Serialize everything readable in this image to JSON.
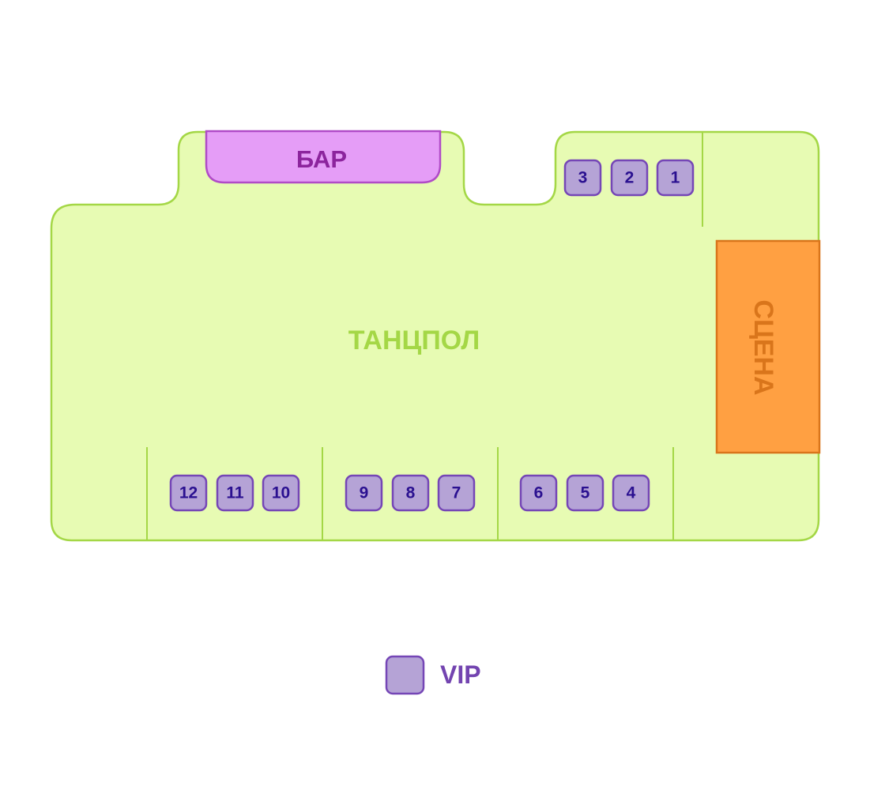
{
  "floor": {
    "label": "ТАНЦПОЛ",
    "fill_color": "#e7fbb3",
    "stroke_color": "#a4d746",
    "label_color": "#a4d746"
  },
  "bar": {
    "label": "БАР",
    "fill_color": "#e59df7",
    "stroke_color": "#b04bc7",
    "label_color": "#8c249d"
  },
  "stage": {
    "label": "СЦЕНА",
    "fill_color": "#ffa042",
    "stroke_color": "#d9751b",
    "label_color": "#d9751b"
  },
  "tables": [
    "1",
    "2",
    "3",
    "4",
    "5",
    "6",
    "7",
    "8",
    "9",
    "10",
    "11",
    "12"
  ],
  "legend": {
    "label": "VIP",
    "swatch_color": "#b5a3d6"
  }
}
